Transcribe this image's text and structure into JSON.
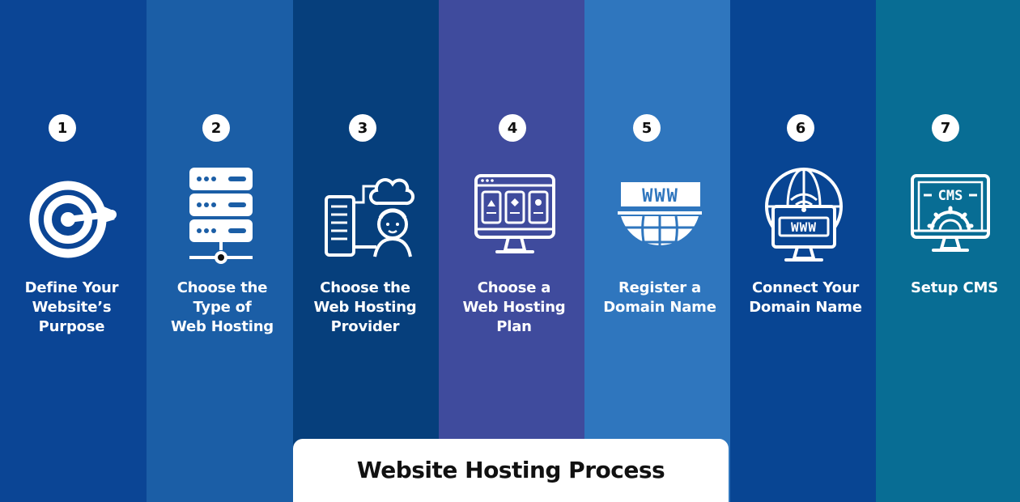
{
  "steps": [
    {
      "number": "1",
      "lines": [
        "Define Your",
        "Website’s",
        "Purpose"
      ],
      "icon": "target-icon",
      "color": "#0b4595"
    },
    {
      "number": "2",
      "lines": [
        "Choose the",
        "Type of",
        "Web Hosting"
      ],
      "icon": "server-stack-icon",
      "color": "#1b5ea6"
    },
    {
      "number": "3",
      "lines": [
        "Choose the",
        "Web Hosting",
        "Provider"
      ],
      "icon": "hosting-provider-icon",
      "color": "#063f7c"
    },
    {
      "number": "4",
      "lines": [
        "Choose a",
        "Web Hosting",
        "Plan"
      ],
      "icon": "monitor-plan-icon",
      "color": "#3f4b9d"
    },
    {
      "number": "5",
      "lines": [
        "Register a",
        "Domain Name"
      ],
      "icon": "www-globe-icon",
      "color": "#2f76be"
    },
    {
      "number": "6",
      "lines": [
        "Connect Your",
        "Domain Name"
      ],
      "icon": "globe-www-screen-icon",
      "color": "#084593"
    },
    {
      "number": "7",
      "lines": [
        "Setup CMS"
      ],
      "icon": "cms-monitor-icon",
      "color": "#086d94"
    }
  ],
  "footer": {
    "title": "Website Hosting Process",
    "background": "#ffffff"
  }
}
